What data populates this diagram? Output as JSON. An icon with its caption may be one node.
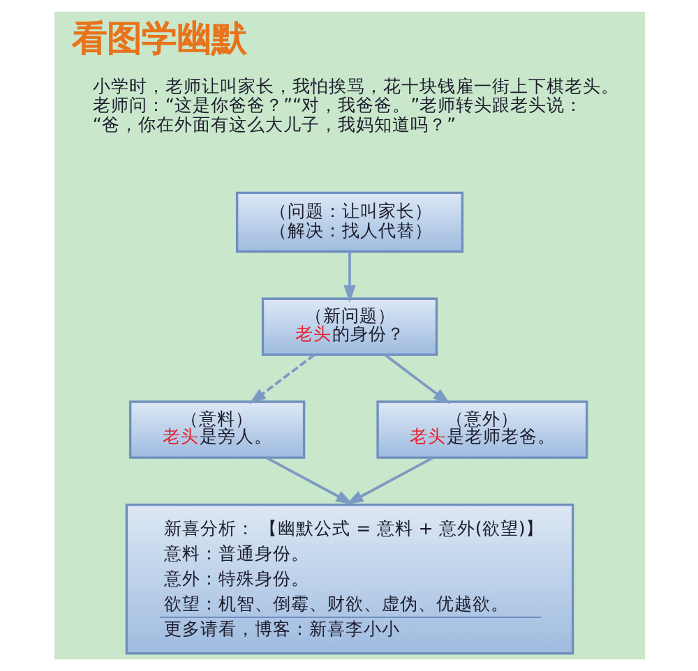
{
  "diagram": {
    "title": "看图学幽默",
    "nodes": [
      {
        "text": [
          "（问题：让叫家长）",
          "（解决：找人代替）"
        ]
      },
      {
        "text": [
          "（新问题）",
          "**老头**的身份？"
        ]
      },
      {
        "text": [
          "（意料）",
          "**老头**是旁人。"
        ]
      },
      {
        "text": [
          "（意外）",
          "**老头**是老师老爸。"
        ]
      },
      {
        "text": [
          "新喜分析：",
          "【幽默公式 = 意料 + 意外(欲望)】",
          "意料：普通身份。",
          "意外：特殊身份。",
          "欲望：机智、倒霉、财欲、虚伪、优越欲。",
          "更多请看，博客：新喜李小小"
        ]
      }
    ],
    "edges": [
      {
        "from": 0,
        "to": 1,
        "arrow": "to"
      },
      {
        "from": 1,
        "to": 2,
        "arrow": "to",
        "style": "dashed"
      },
      {
        "from": 1,
        "to": 3,
        "arrow": "to"
      },
      {
        "from": 2,
        "to": 4,
        "arrow": "to"
      },
      {
        "from": 3,
        "to": 4,
        "arrow": "to"
      }
    ],
    "labels": [
      "小学时，老师让叫家长，我怕挨骂，花十块钱雇一街上下棋老头。老师问：“这是你爸爸？”“对，我爸爸。”老师转头跟老头说：“爸，你在外面有这么大儿子，我妈知道吗？”"
    ]
  }
}
